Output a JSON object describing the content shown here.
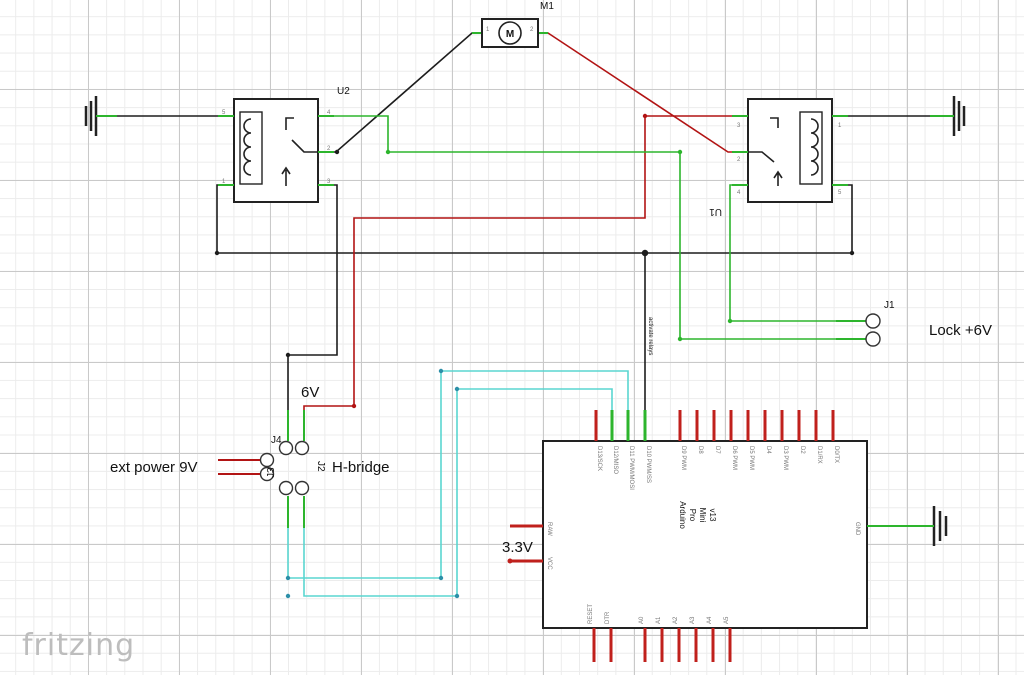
{
  "brand": "fritzing",
  "motor": {
    "ref": "M1",
    "symbol": "M",
    "pin1": "1",
    "pin2": "2"
  },
  "relay_left": {
    "ref": "U2",
    "pins": [
      "5",
      "4",
      "2",
      "1",
      "3"
    ]
  },
  "relay_right": {
    "ref": "U1",
    "pins": [
      "3",
      "2",
      "4",
      "1",
      "5"
    ]
  },
  "connector_j1": {
    "ref": "J1",
    "label": "Lock +6V"
  },
  "hbridge": {
    "ref_j2": "J2",
    "ref_j4": "J4",
    "ref_j3": "J3",
    "label": "H-bridge",
    "supply": "6V"
  },
  "ext_power": {
    "label": "ext power 9V"
  },
  "supply_33": {
    "label": "3.3V"
  },
  "net_label": "activate relays",
  "arduino": {
    "name_lines": [
      "Arduino",
      "Pro",
      "Mini",
      "v13"
    ],
    "top_pins": [
      "D13/SCK",
      "D12/MISO",
      "D11 PWM/MOSI",
      "D10 PWM/SS",
      "D9 PWM",
      "D8",
      "D7",
      "D6 PWM",
      "D5 PWM",
      "D4",
      "D3 PWM",
      "D2",
      "D1/RX",
      "D0/TX"
    ],
    "bottom_pins": [
      "RESET",
      "DTR",
      "A0",
      "A1",
      "A2",
      "A3",
      "A4",
      "A5"
    ],
    "left_pins": [
      "RAW",
      "VCC"
    ],
    "right_pins": [
      "GND"
    ]
  },
  "colors": {
    "ground_wire": "#1d1d1d",
    "power_wire": "#b21414",
    "signal_green": "#2db52d",
    "signal_cyan": "#5ad6d0",
    "pin_red": "#c0201c",
    "brand_gray": "#bdbdbd"
  }
}
